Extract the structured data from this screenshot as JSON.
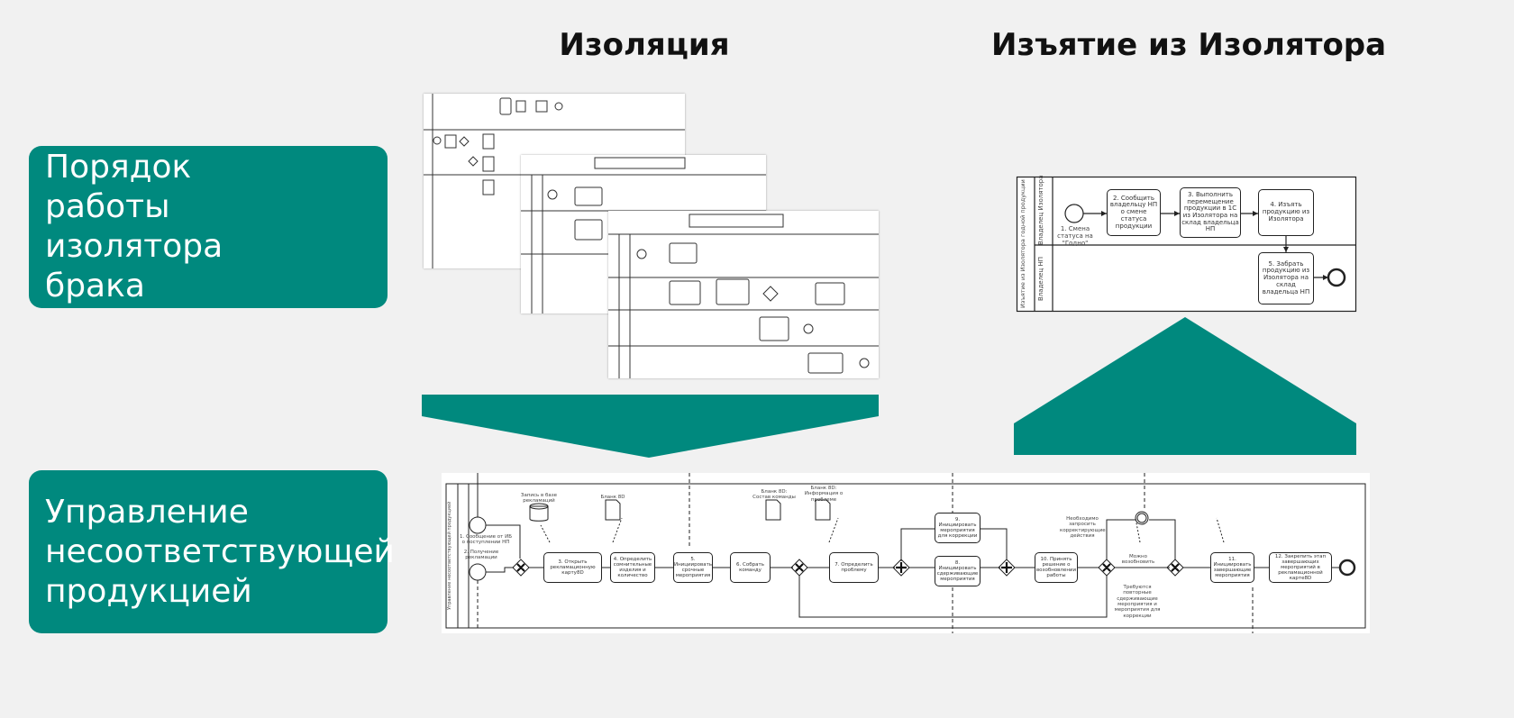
{
  "titles": {
    "isolation": "Изоляция",
    "withdrawal": "Изъятие из Изолятора"
  },
  "left_boxes": [
    {
      "label": "Порядок работы изолятора брака"
    },
    {
      "label": "Управление несоответствующей продукцией"
    }
  ],
  "colors": {
    "accent": "#00897e",
    "background": "#f1f1f1"
  },
  "withdrawal_diagram": {
    "pool": "Изъятие из Изолятора годной продукции",
    "lanes": [
      "Владелец Изолятора",
      "Владелец НП"
    ],
    "start_event": "1. Смена статуса на \"Годно\"",
    "tasks": [
      "2. Сообщить владельцу НП о смене статуса продукции",
      "3. Выполнить перемещение продукции в 1С из Изолятора на склад владельца НП",
      "4. Изъять продукцию из Изолятора",
      "5. Забрать продукцию из Изолятора на склад владельца НП"
    ]
  },
  "nc_diagram": {
    "pool": "Управление несоответствующей продукцией",
    "events": [
      "1. Сообщение от ИБ о поступлении НП",
      "2. Получение рекламации"
    ],
    "artifacts": [
      "Запись в базе рекламаций",
      "Бланк 8D",
      "Бланк 8D: Состав команды",
      "Бланк 8D: Информация о проблеме"
    ],
    "tasks": {
      "t3": "3. Открыть рекламационную карту8D",
      "t4": "4. Определить сомнительные изделия и количество",
      "t5": "5. Инициировать срочные мероприятия",
      "t6": "6. Собрать команду",
      "t7": "7. Определить проблему",
      "t8": "8. Инициировать сдерживающие мероприятия",
      "t9": "9. Инициировать мероприятия для коррекции",
      "t10": "10. Принять решение о возобновлении работы",
      "t11": "11. Инициировать завершающие мероприятия",
      "t12": "12. Закрепить этап завершающих мероприятий в рекламационной карте8D"
    },
    "flows": {
      "need_corrective": "Необходимо запросить корректирующие действия",
      "can_resume": "Можно возобновить",
      "repeat": "Требуются повторные сдерживающие мероприятия и мероприятия для коррекции"
    }
  }
}
